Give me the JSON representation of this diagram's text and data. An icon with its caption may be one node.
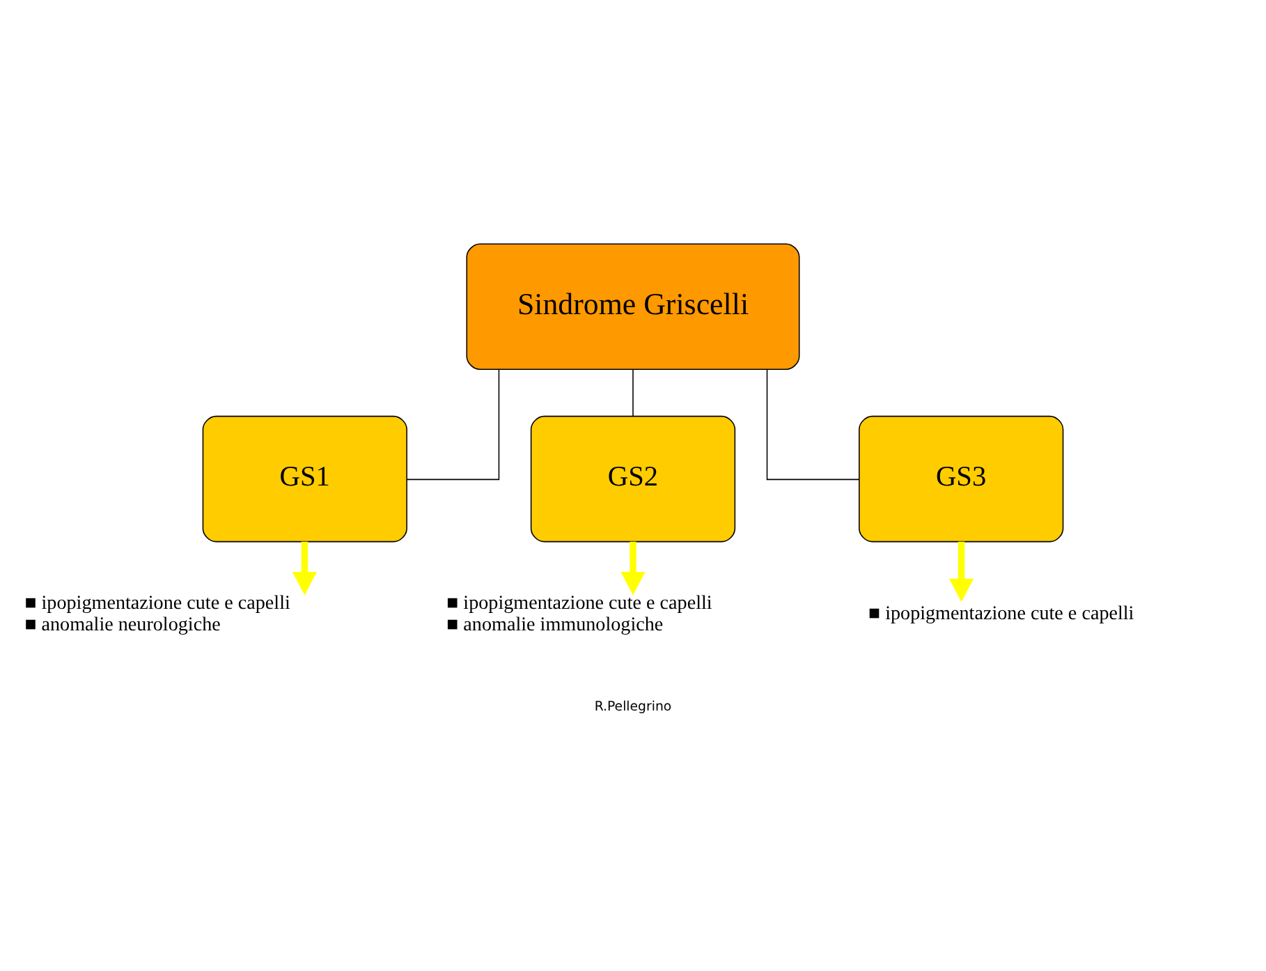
{
  "diagram": {
    "nodes": [
      {
        "text": [
          "Sindrome Griscelli"
        ]
      },
      {
        "text": [
          "GS1"
        ]
      },
      {
        "text": [
          "GS2"
        ]
      },
      {
        "text": [
          "GS3"
        ]
      },
      {
        "text": [
          "■ ipopigmentazione cute e capelli",
          "■ anomalie neurologiche"
        ]
      },
      {
        "text": [
          "■ ipopigmentazione cute e capelli",
          "■ anomalie immunologiche"
        ]
      },
      {
        "text": [
          "■ ipopigmentazione cute e capelli"
        ]
      }
    ],
    "edges": [
      {
        "from": 0,
        "to": 1,
        "arrow": "none"
      },
      {
        "from": 0,
        "to": 2,
        "arrow": "none"
      },
      {
        "from": 0,
        "to": 3,
        "arrow": "none"
      },
      {
        "from": 1,
        "to": 4,
        "arrow": "to",
        "style": "thick",
        "color": "#ffff00"
      },
      {
        "from": 2,
        "to": 5,
        "arrow": "to",
        "style": "thick",
        "color": "#ffff00"
      },
      {
        "from": 3,
        "to": 6,
        "arrow": "to",
        "style": "thick",
        "color": "#ffff00"
      }
    ],
    "labels": [
      "R.Pellegrino"
    ]
  }
}
